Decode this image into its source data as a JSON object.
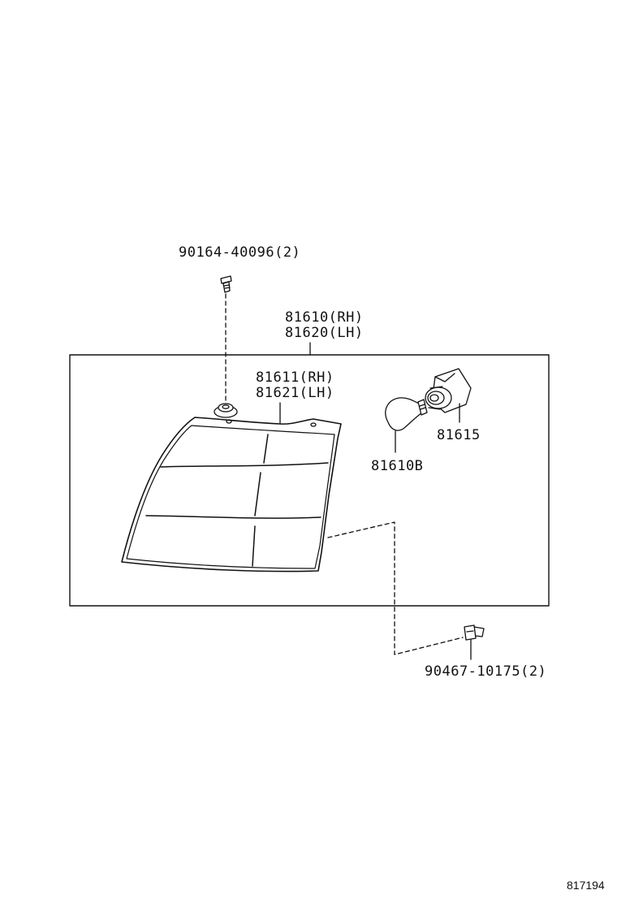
{
  "callouts": {
    "screw": "90164-40096(2)",
    "assembly_rh": "81610(RH)",
    "assembly_lh": "81620(LH)",
    "lens_rh": "81611(RH)",
    "lens_lh": "81621(LH)",
    "socket": "81615",
    "bulb": "81610B",
    "clip": "90467-10175(2)"
  },
  "diagram_id": "817194"
}
